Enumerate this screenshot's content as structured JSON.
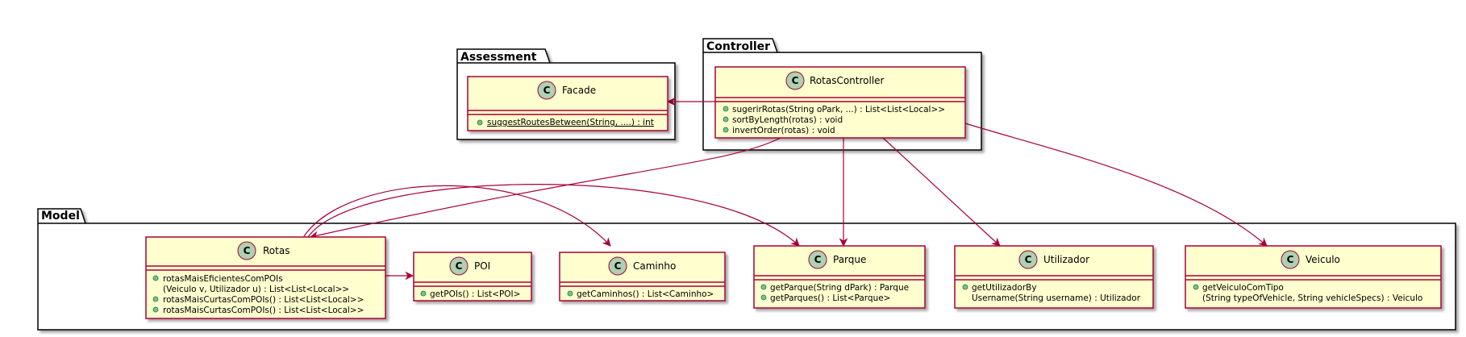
{
  "packages": {
    "assessment": "Assessment",
    "controller": "Controller",
    "model": "Model"
  },
  "class_glyph": "C",
  "visibility_marker": "+",
  "classes": {
    "facade": {
      "name": "Facade",
      "methods": [
        "suggestRoutesBetween(String, ....) : int"
      ]
    },
    "rotas_controller": {
      "name": "RotasController",
      "methods": [
        "sugerirRotas(String oPark, ...) : List<List<Local>>",
        "sortByLength(rotas) : void",
        "invertOrder(rotas) : void"
      ]
    },
    "rotas": {
      "name": "Rotas",
      "methods": [
        "rotasMaisEficientesComPOIs",
        "(Veiculo v, Utilizador u) : List<List<Local>>",
        "rotasMaisCurtasComPOIs() : List<List<Local>>",
        "rotasMaisCurtasComPOIs() : List<List<Local>>"
      ]
    },
    "poi": {
      "name": "POI",
      "methods": [
        "getPOIs() : List<POI>"
      ]
    },
    "caminho": {
      "name": "Caminho",
      "methods": [
        "getCaminhos() : List<Caminho>"
      ]
    },
    "parque": {
      "name": "Parque",
      "methods": [
        "getParque(String dPark) : Parque",
        "getParques() : List<Parque>"
      ]
    },
    "utilizador": {
      "name": "Utilizador",
      "methods": [
        "getUtilizadorBy",
        "Username(String username) : Utilizador"
      ]
    },
    "veiculo": {
      "name": "Veiculo",
      "methods": [
        "getVeiculoComTipo",
        "(String typeOfVehicle, String vehicleSpecs) : Veiculo"
      ]
    }
  },
  "colors": {
    "class_fill": "#FEFECE",
    "class_border": "#A80036",
    "arrow": "#A80036",
    "glyph_circle": "#ADD1B2",
    "package_border": "#000000",
    "visibility_dot": "#84BE84"
  }
}
